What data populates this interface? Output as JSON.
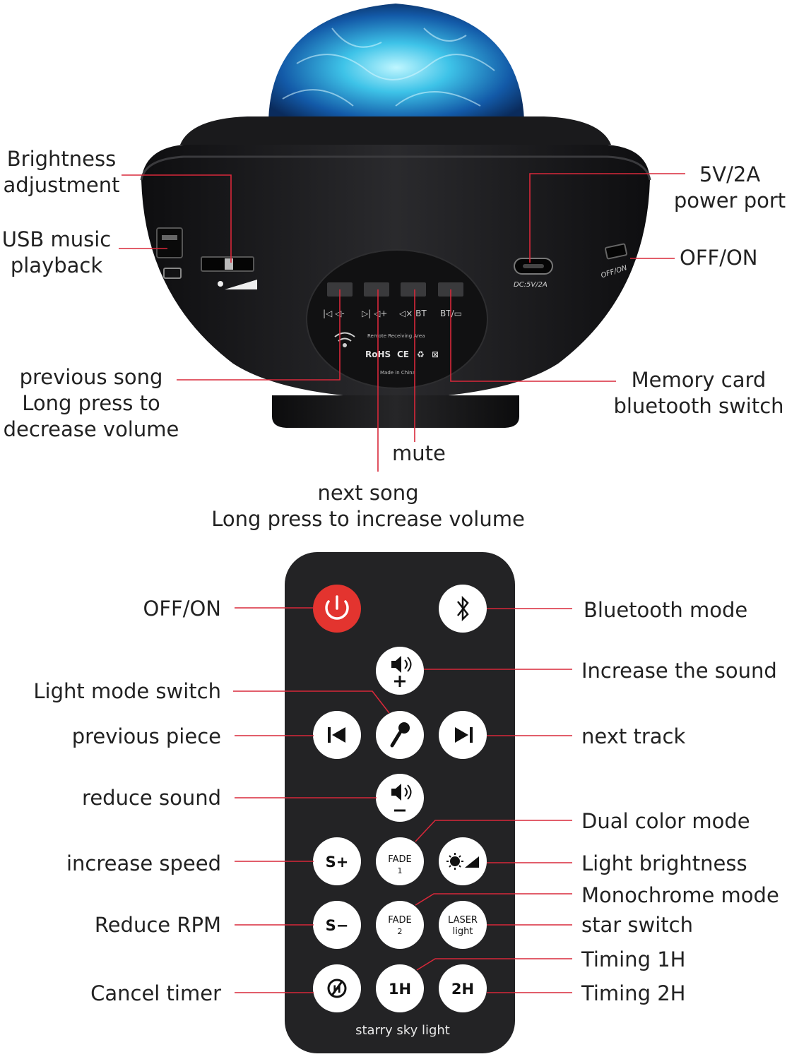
{
  "device_labels": {
    "brightness": [
      "Brightness",
      "adjustment"
    ],
    "usb": [
      "USB music",
      "playback"
    ],
    "power_port": [
      "5V/2A",
      "power port"
    ],
    "off_on": "OFF/ON",
    "previous_song": [
      "previous song",
      "Long press to",
      "decrease volume"
    ],
    "memory_card": [
      "Memory card",
      "bluetooth switch"
    ],
    "mute": "mute",
    "next_song": [
      "next song",
      "Long press to increase volume"
    ]
  },
  "device_markings": {
    "dc_port": "DC:5V/2A",
    "off_on_switch": "OFF/ON",
    "remote_area": "Remote Receiving Area",
    "rohs": "RoHS",
    "ce": "CE",
    "made_in": "Made in China"
  },
  "remote_labels": {
    "off_on": "OFF/ON",
    "light_mode": "Light mode switch",
    "previous_piece": "previous piece",
    "reduce_sound": "reduce sound",
    "increase_speed": "increase speed",
    "reduce_rpm": "Reduce RPM",
    "cancel_timer": "Cancel timer",
    "bluetooth": "Bluetooth mode",
    "increase_sound": "Increase the sound",
    "next_track": "next track",
    "dual_color": "Dual color mode",
    "light_brightness": "Light brightness",
    "monochrome": "Monochrome mode",
    "star_switch": "star switch",
    "timing_1h": "Timing 1H",
    "timing_2h": "Timing 2H"
  },
  "remote_buttons": {
    "s_plus": "S+",
    "s_minus": "S−",
    "fade1": [
      "FADE",
      "1"
    ],
    "fade2": [
      "FADE",
      "2"
    ],
    "laser": [
      "LASER",
      "light"
    ],
    "one_h": "1H",
    "two_h": "2H"
  },
  "remote_footer": "starry sky light",
  "colors": {
    "leader_line": "#d8283a",
    "power_button": "#e3342f",
    "device_body": "#1c1c1e",
    "remote_body": "#232325",
    "dome": "#1e90d6"
  }
}
